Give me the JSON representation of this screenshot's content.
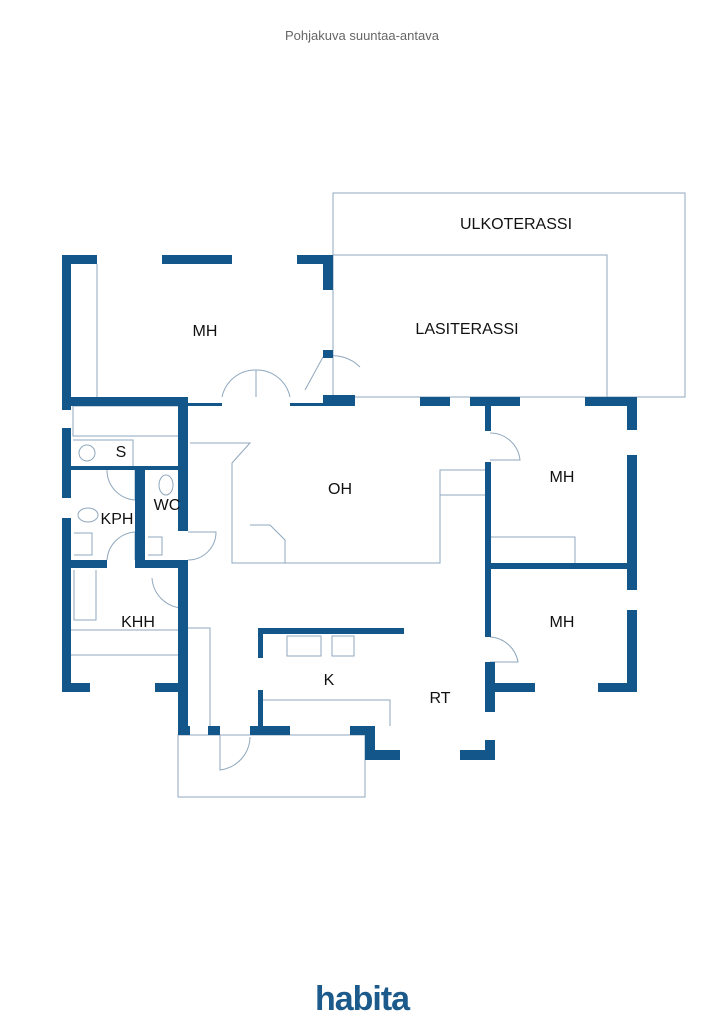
{
  "caption": "Pohjakuva suuntaa-antava",
  "rooms": {
    "ulkoterassi": "ULKOTERASSI",
    "lasiterassi": "LASITERASSI",
    "mh_top": "MH",
    "s": "S",
    "kph": "KPH",
    "wc": "WC",
    "oh": "OH",
    "mh_right_top": "MH",
    "mh_right_bottom": "MH",
    "khh": "KHH",
    "k": "K",
    "rt": "RT"
  },
  "logo": "habita",
  "colors": {
    "wall": "#12568a",
    "line": "#8fa7bd",
    "logo": "#1b5a8a"
  }
}
